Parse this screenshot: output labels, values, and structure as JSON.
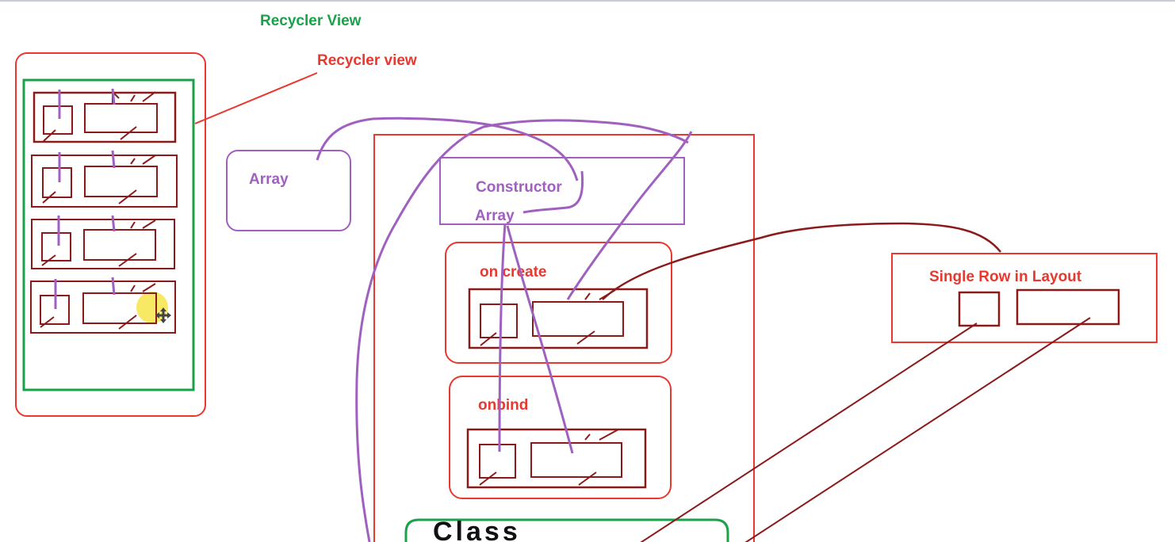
{
  "labels": {
    "recycler_view_title": "Recycler View",
    "recycler_view_callout": "Recycler view",
    "array_box": "Array",
    "constructor_line1": "Constructor",
    "constructor_line2": "Array",
    "oncreate": "on create",
    "onbind": "onbind",
    "single_row": "Single Row in Layout",
    "class_handwritten": "Class"
  },
  "colors": {
    "red": "#e8382f",
    "green": "#1aa24a",
    "purple": "#a060c0",
    "dark_red": "#8b1a1a",
    "highlight": "#f7e54a"
  }
}
